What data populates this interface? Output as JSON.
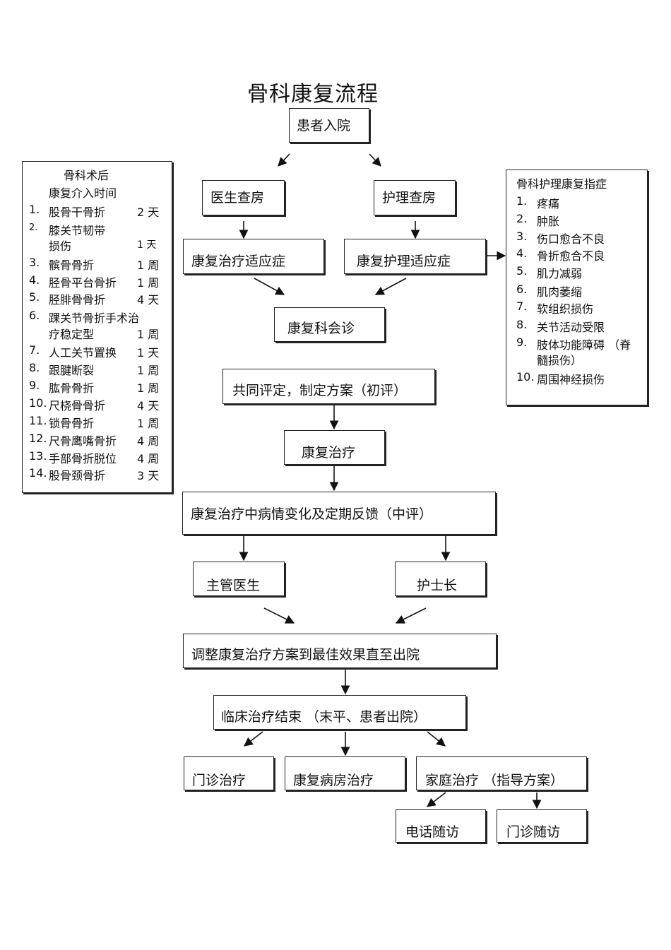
{
  "title": "骨科康复流程",
  "nodes": {
    "admission": "患者入院",
    "doctor_rounds": "医生查房",
    "nursing_rounds": "护理查房",
    "rehab_indication": "康复治疗适应症",
    "nursing_indication": "康复护理适应症",
    "consultation": "康复科会诊",
    "joint_assessment": "共同评定，制定方案（初评）",
    "rehab_treatment": "康复治疗",
    "feedback": "康复治疗中病情变化及定期反馈（中评）",
    "attending_doctor": "主管医生",
    "head_nurse": "护士长",
    "adjust_plan": "调整康复治疗方案到最佳效果直至出院",
    "treatment_end": "临床治疗结束 （末平、患者出院）",
    "outpatient_treatment": "门诊治疗",
    "rehab_ward": "康复病房治疗",
    "home_treatment": "家庭治疗 （指导方案）",
    "phone_followup": "电话随访",
    "outpatient_followup": "门诊随访"
  },
  "left_panel": {
    "title_line1": "骨科术后",
    "title_line2": "康复介入时间",
    "items": [
      {
        "num": "1.",
        "lines": [
          "股骨干骨折"
        ],
        "dur": "2 天"
      },
      {
        "num": "2.",
        "lines": [
          "膝关节韧带",
          "损伤"
        ],
        "dur": "1 天"
      },
      {
        "num": "3.",
        "lines": [
          "髌骨骨折"
        ],
        "dur": "1 周"
      },
      {
        "num": "4.",
        "lines": [
          "胫骨平台骨折"
        ],
        "dur": "1 周"
      },
      {
        "num": "5.",
        "lines": [
          "胫腓骨骨折"
        ],
        "dur": "4 天"
      },
      {
        "num": "6.",
        "lines": [
          "踝关节骨折手术治",
          "疗稳定型"
        ],
        "dur": "1 周"
      },
      {
        "num": "7.",
        "lines": [
          "人工关节置换"
        ],
        "dur": "1 天"
      },
      {
        "num": "8.",
        "lines": [
          "跟腱断裂"
        ],
        "dur": "1 周"
      },
      {
        "num": "9.",
        "lines": [
          "肱骨骨折"
        ],
        "dur": "1 周"
      },
      {
        "num": "10.",
        "lines": [
          "尺桡骨骨折"
        ],
        "dur": "4 天"
      },
      {
        "num": "11.",
        "lines": [
          "锁骨骨折"
        ],
        "dur": "1 周"
      },
      {
        "num": "12.",
        "lines": [
          "尺骨鹰嘴骨折"
        ],
        "dur": "4 周"
      },
      {
        "num": "13.",
        "lines": [
          "手部骨折脱位"
        ],
        "dur": "4 周"
      },
      {
        "num": "14.",
        "lines": [
          "股骨颈骨折"
        ],
        "dur": "3 天"
      }
    ]
  },
  "right_panel": {
    "title": "骨科护理康复指症",
    "items": [
      {
        "num": "1.",
        "lines": [
          "疼痛"
        ]
      },
      {
        "num": "2.",
        "lines": [
          "肿胀"
        ]
      },
      {
        "num": "3.",
        "lines": [
          "伤口愈合不良"
        ]
      },
      {
        "num": "4.",
        "lines": [
          "骨折愈合不良"
        ]
      },
      {
        "num": "5.",
        "lines": [
          "肌力减弱"
        ]
      },
      {
        "num": "6.",
        "lines": [
          "肌肉萎缩"
        ]
      },
      {
        "num": "7.",
        "lines": [
          "软组织损伤"
        ]
      },
      {
        "num": "8.",
        "lines": [
          "关节活动受限"
        ]
      },
      {
        "num": "9.",
        "lines": [
          "肢体功能障碍 （脊",
          "髓损伤）"
        ]
      },
      {
        "num": "10.",
        "lines": [
          "周围神经损伤"
        ]
      }
    ]
  }
}
